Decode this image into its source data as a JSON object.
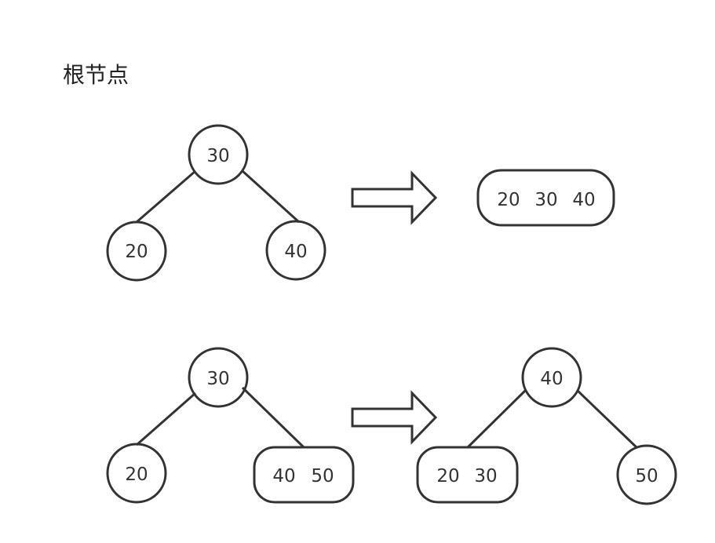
{
  "title": "根节点",
  "panels": {
    "top_before": {
      "root": "30",
      "left": "20",
      "right": "40"
    },
    "top_after": {
      "keys": [
        "20",
        "30",
        "40"
      ]
    },
    "bottom_before": {
      "root": "30",
      "left": "20",
      "right_keys": [
        "40",
        "50"
      ]
    },
    "bottom_after": {
      "root": "40",
      "left_keys": [
        "20",
        "30"
      ],
      "right": "50"
    }
  },
  "colors": {
    "stroke": "#333333",
    "text": "#333333",
    "background": "#ffffff"
  }
}
